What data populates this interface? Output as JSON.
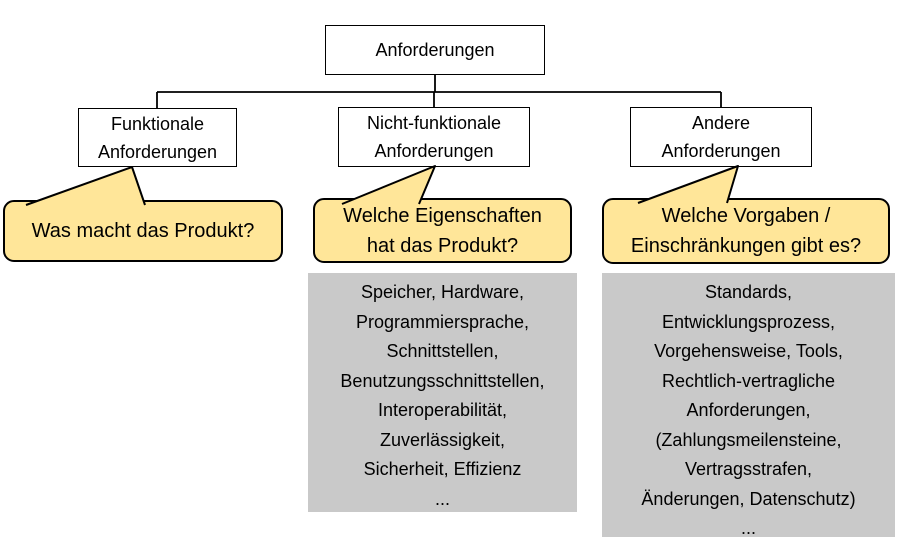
{
  "diagram": {
    "root_label": "Anforderungen",
    "columns": [
      {
        "node_label": "Funktionale\nAnforderungen",
        "question": "Was macht das Produkt?",
        "examples": ""
      },
      {
        "node_label": "Nicht-funktionale\nAnforderungen",
        "question": "Welche Eigenschaften\nhat das Produkt?",
        "examples": "Speicher, Hardware,\nProgrammiersprache,\nSchnittstellen,\nBenutzungsschnittstellen,\nInteroperabilität,\nZuverlässigkeit,\nSicherheit, Effizienz\n..."
      },
      {
        "node_label": "Andere\nAnforderungen",
        "question": "Welche Vorgaben /\nEinschränkungen gibt es?",
        "examples": "Standards,\nEntwicklungsprozess,\nVorgehensweise, Tools,\nRechtlich-vertragliche\nAnforderungen,\n(Zahlungsmeilensteine,\nVertragsstrafen,\nÄnderungen, Datenschutz)\n..."
      }
    ],
    "colors": {
      "callout_fill": "#FFE699",
      "panel_fill": "#C9C9C9",
      "border": "#000000",
      "background": "#FFFFFF"
    }
  }
}
